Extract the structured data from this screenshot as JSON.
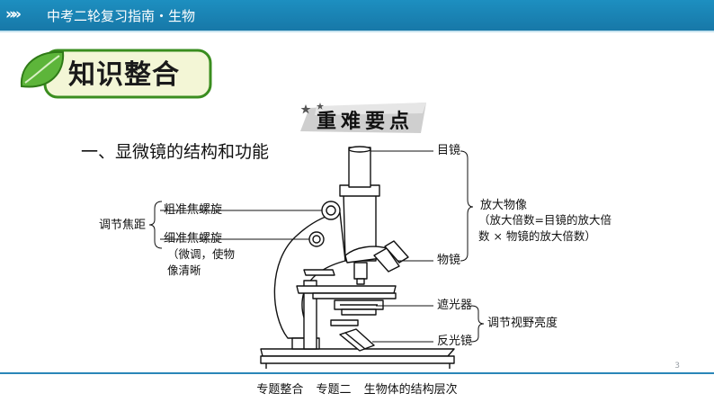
{
  "header": {
    "chevrons": "»»",
    "title": "中考二轮复习指南・生物"
  },
  "badge": {
    "label": "知识整合"
  },
  "ribbon": {
    "label": "重难要点"
  },
  "section": {
    "heading": "一、显微镜的结构和功能"
  },
  "labels": {
    "eyepiece": "目镜",
    "objective": "物镜",
    "coarse_focus": "粗准焦螺旋",
    "fine_focus": "细准焦螺旋",
    "fine_focus_note": [
      "（微调，使物",
      "像清晰"
    ],
    "focus_group": "调节焦距",
    "magnify_title": "放大物像",
    "magnify_note": [
      "（放大倍数=目镜的放大倍",
      "数 × 物镜的放大倍数）"
    ],
    "diaphragm": "遮光器",
    "mirror": "反光镜",
    "brightness_group": "调节视野亮度"
  },
  "page_number": "3",
  "footer": {
    "text": "专题整合 专题二 生物体的结构层次"
  },
  "colors": {
    "header_blue": "#1778a8",
    "badge_green": "#4caf2a",
    "badge_fill": "#f3f6d6"
  }
}
